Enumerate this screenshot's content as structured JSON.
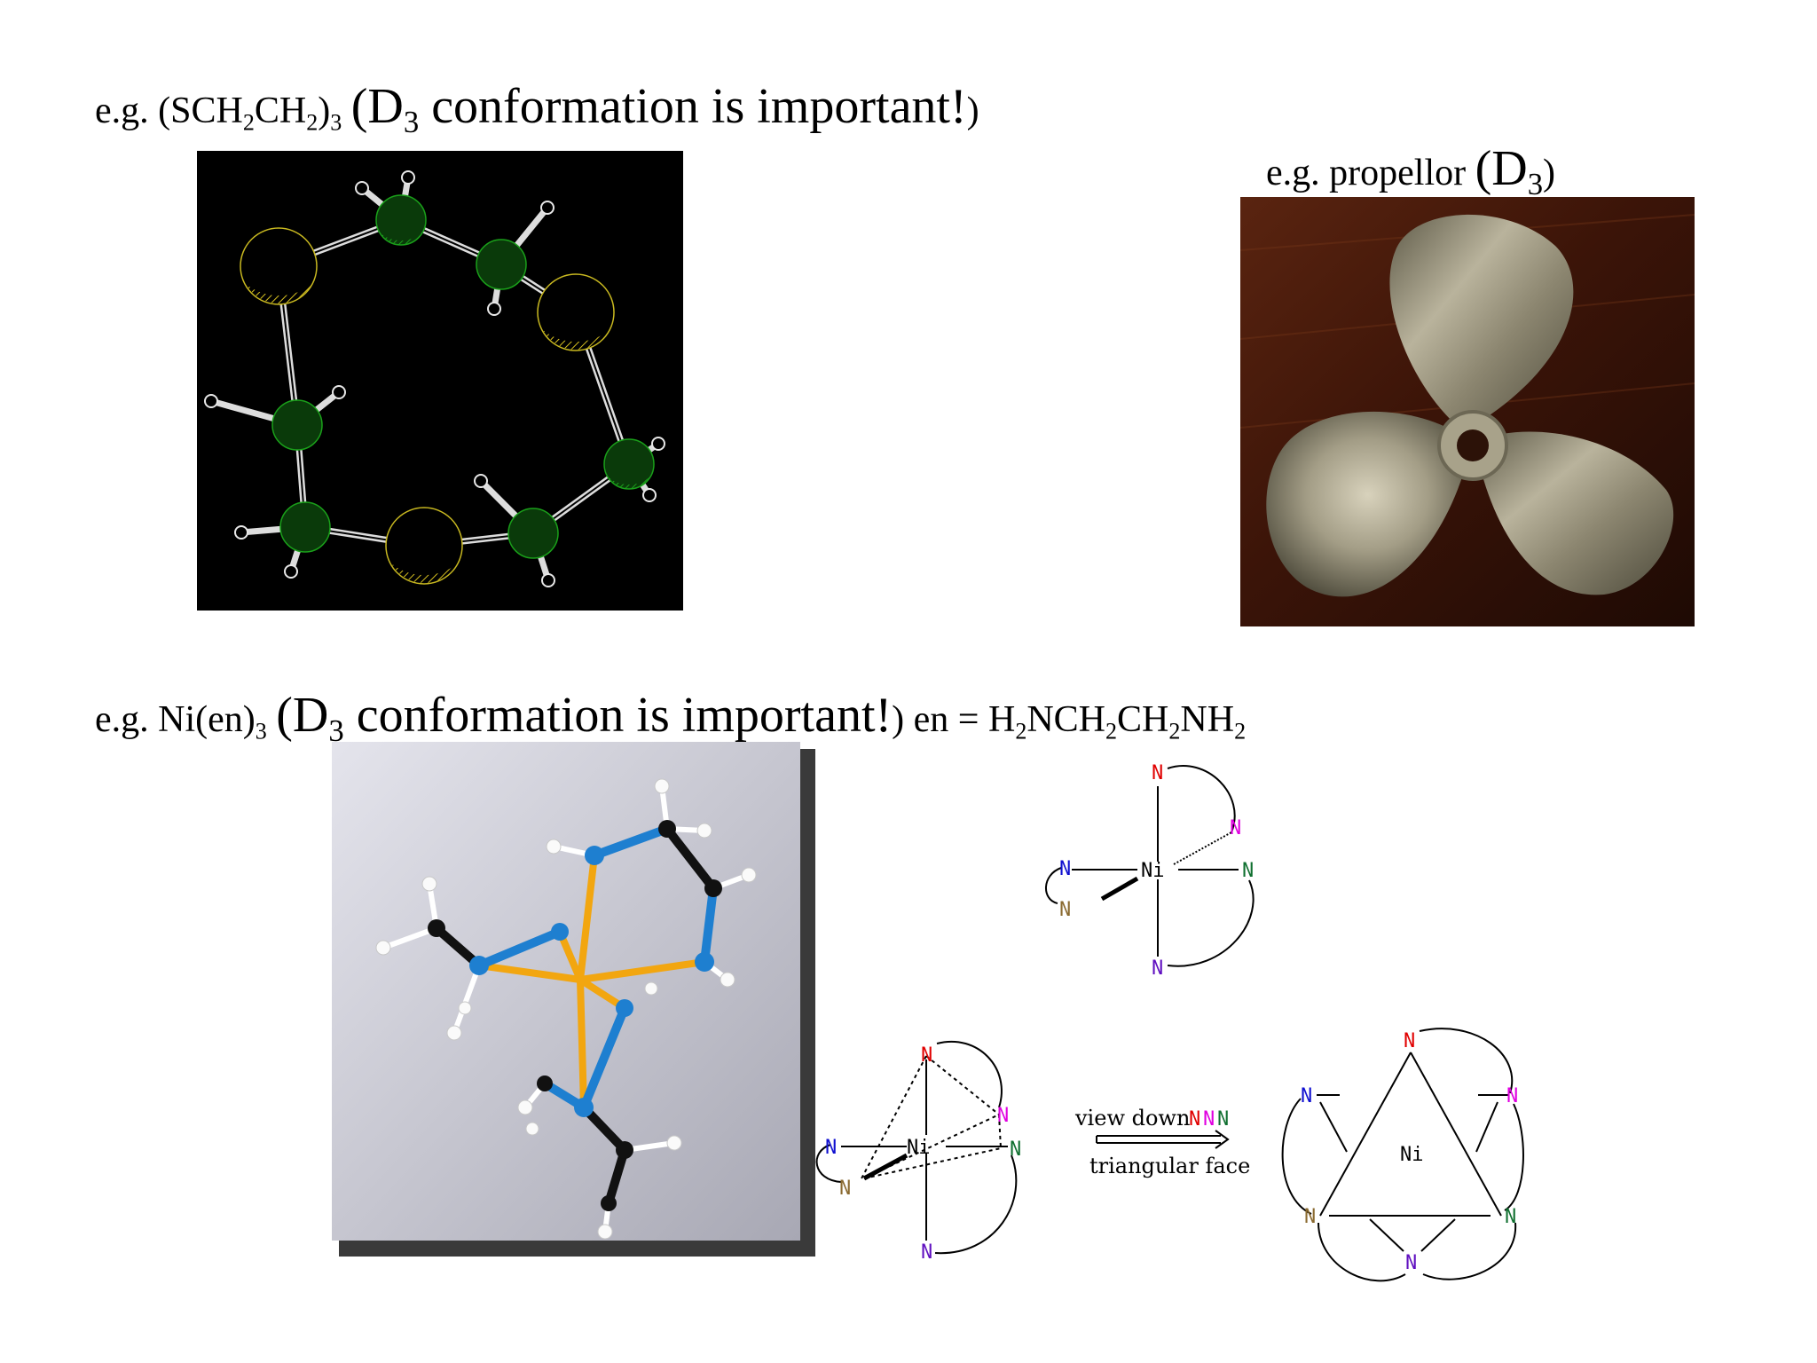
{
  "line1": {
    "prefix": "e.g. (SCH",
    "sub1": "2",
    "mid1": "CH",
    "sub2": "2",
    "mid2": ")",
    "sub3": "3",
    "space": " ",
    "big_open": "(D",
    "big_sub": "3",
    "big_text": " conformation is important!",
    "close": ")"
  },
  "propellor_caption": {
    "prefix": "e.g. propellor ",
    "big_open": "(D",
    "big_sub": "3",
    "close": ")"
  },
  "line2": {
    "prefix": "e.g. Ni(en)",
    "sub1": "3",
    "space": " ",
    "big_open": "(D",
    "big_sub": "3",
    "big_text": " conformation is important!",
    "close": ") en = H",
    "f_sub1": "2",
    "f1": "NCH",
    "f_sub2": "2",
    "f2": "CH",
    "f_sub3": "2",
    "f3": "NH",
    "f_sub4": "2"
  },
  "diagram_labels": {
    "n": "N",
    "ni": "Ni",
    "view_down": "view down",
    "view_down_atoms": [
      "N",
      "N",
      "N"
    ],
    "triangular_face": "triangular face"
  },
  "colors": {
    "n_red": "#e00000",
    "n_magenta": "#e000e0",
    "n_green": "#107030",
    "n_blue": "#1010d0",
    "n_brown": "#8a6a30",
    "n_purple": "#6010c0",
    "carbon_green": "#0f7a10",
    "sulfur_yellow": "#d6c020",
    "ball_blue": "#1e7fd0",
    "ball_orange": "#f0a010"
  }
}
